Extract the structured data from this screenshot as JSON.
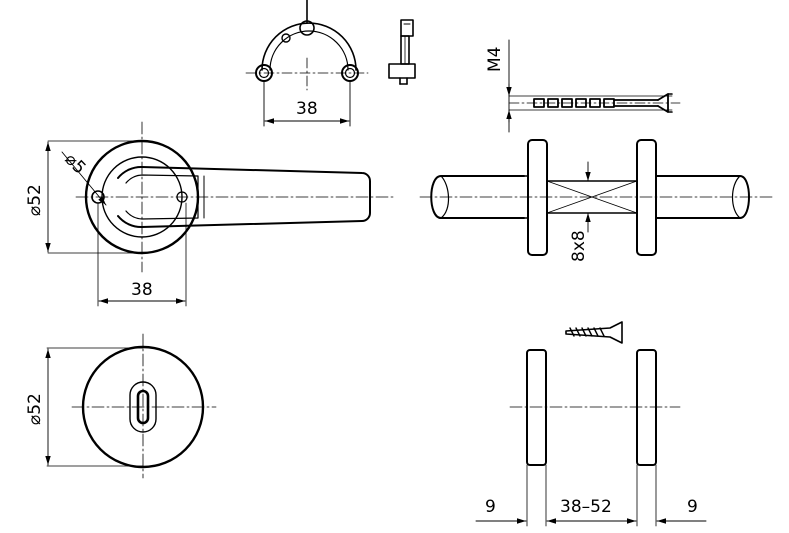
{
  "colors": {
    "stroke": "#000000",
    "background": "#ffffff"
  },
  "labels": {
    "dim_38_top": "38",
    "m4": "M4",
    "dia5": "⌀5",
    "dia52_a": "⌀52",
    "dim_38_mid": "38",
    "dim_8x8": "8x8",
    "dia52_b": "⌀52",
    "dim_9_left": "9",
    "dim_38_52": "38–52",
    "dim_9_right": "9"
  }
}
